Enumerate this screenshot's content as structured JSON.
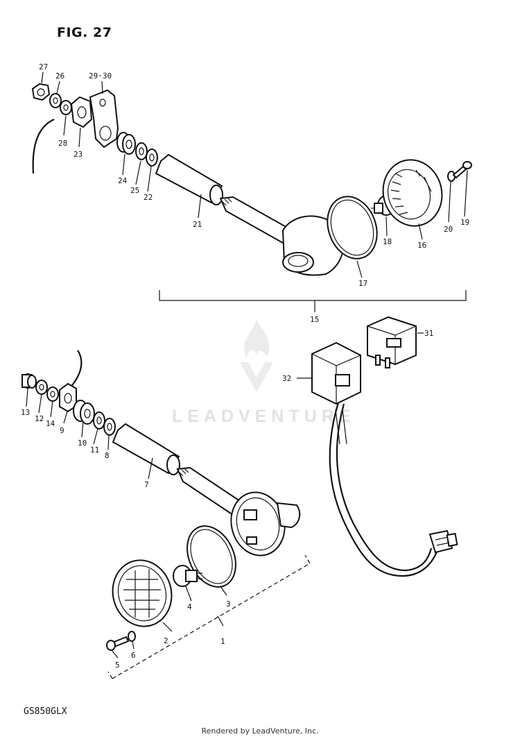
{
  "figure": {
    "title": "FIG. 27",
    "model": "GS850GLX"
  },
  "watermark": {
    "text": "LEADVENTURE",
    "color": "#e2e2e2"
  },
  "footer": {
    "text": "Rendered by LeadVenture, Inc."
  },
  "part_labels": {
    "p1": "1",
    "p2": "2",
    "p3": "3",
    "p4": "4",
    "p5": "5",
    "p6": "6",
    "p7": "7",
    "p8": "8",
    "p9": "9",
    "p10": "10",
    "p11": "11",
    "p12": "12",
    "p13": "13",
    "p14": "14",
    "p15": "15",
    "p16": "16",
    "p17": "17",
    "p18": "18",
    "p19": "19",
    "p20": "20",
    "p21": "21",
    "p22": "22",
    "p23": "23",
    "p24": "24",
    "p25": "25",
    "p26": "26",
    "p27": "27",
    "p28": "28",
    "p29_30": "29·30",
    "p31": "31",
    "p32": "32"
  }
}
